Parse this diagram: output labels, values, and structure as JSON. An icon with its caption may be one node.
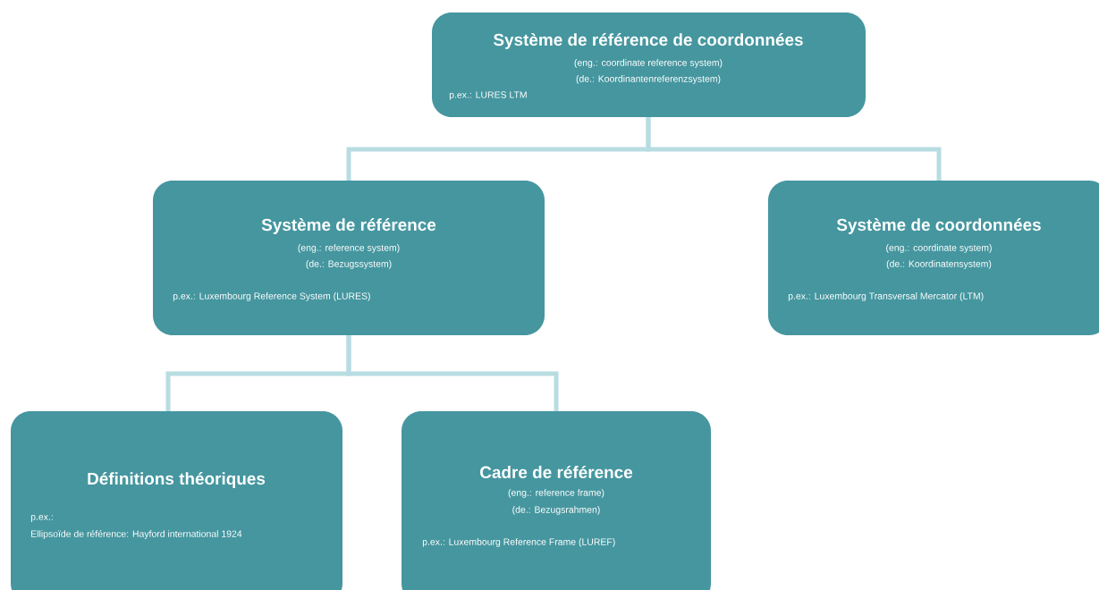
{
  "diagram": {
    "nodes": [
      {
        "text": [
          "Système de référence de coordonnées",
          "(eng.: coordinate reference system)",
          "(de.: Koordinantenreferenzsystem)",
          "p.ex.: LURES LTM"
        ]
      },
      {
        "text": [
          "Système de référence",
          "(eng.: reference system)",
          "(de.: Bezugssystem)",
          "p.ex.: Luxembourg Reference System (LURES)"
        ]
      },
      {
        "text": [
          "Système de coordonnées",
          "(eng.: coordinate system)",
          "(de.: Koordinatensystem)",
          "p.ex.: Luxembourg Transversal Mercator (LTM)"
        ]
      },
      {
        "text": [
          "Définitions théoriques",
          "p.ex.:",
          "Ellipsoïde de référence: Hayford international 1924"
        ]
      },
      {
        "text": [
          "Cadre de référence",
          "(eng.: reference frame)",
          "(de.: Bezugsrahmen)",
          "p.ex.: Luxembourg Reference Frame (LUREF)"
        ]
      }
    ],
    "edges": [
      {
        "from": 0,
        "to": 1,
        "arrow": "none"
      },
      {
        "from": 0,
        "to": 2,
        "arrow": "none"
      },
      {
        "from": 1,
        "to": 3,
        "arrow": "none"
      },
      {
        "from": 1,
        "to": 4,
        "arrow": "none"
      }
    ]
  }
}
